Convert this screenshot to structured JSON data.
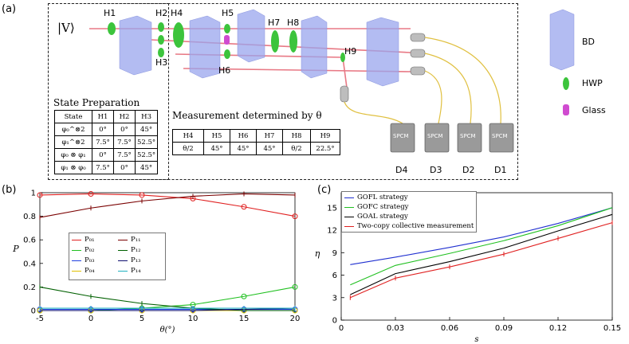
{
  "panels": {
    "a": "(a)",
    "b": "(b)",
    "c": "(c)"
  },
  "setup": {
    "ket_label": "|V⟩",
    "hwp_labels": [
      "H1",
      "H2",
      "H3",
      "H4",
      "H5",
      "H6",
      "H7",
      "H8",
      "H9"
    ],
    "detectors": [
      "D4",
      "D3",
      "D2",
      "D1"
    ],
    "detector_text": "SPCM",
    "legend": {
      "bd": "BD",
      "hwp": "HWP",
      "glass": "Glass"
    },
    "colors": {
      "beam": "#e87985",
      "hwp": "#3cc43c",
      "glass": "#d04bd0",
      "bd": "#9aa5ee",
      "fiber": "#e0c040"
    }
  },
  "prep_table": {
    "title": "State Preparation",
    "header": [
      "State",
      "H1",
      "H2",
      "H3"
    ],
    "rows": [
      [
        "φ₀^⊗2",
        "0°",
        "0°",
        "45°"
      ],
      [
        "φ₁^⊗2",
        "7.5°",
        "7.5°",
        "52.5°"
      ],
      [
        "φ₀ ⊗ φ₁",
        "0°",
        "7.5°",
        "52.5°"
      ],
      [
        "φ₁ ⊗ φ₀",
        "7.5°",
        "0°",
        "45°"
      ]
    ]
  },
  "meas_table": {
    "title": "Measurement determined by θ",
    "header": [
      "H4",
      "H5",
      "H6",
      "H7",
      "H8",
      "H9"
    ],
    "row": [
      "θ/2",
      "45°",
      "45°",
      "45°",
      "θ/2",
      "22.5°"
    ]
  },
  "chart_data": [
    {
      "type": "line",
      "panel": "(b)",
      "xlabel": "θ(°)",
      "ylabel": "P",
      "xlim": [
        -5,
        20
      ],
      "ylim": [
        0,
        1
      ],
      "xticks": [
        "-5",
        "0",
        "5",
        "10",
        "15",
        "20"
      ],
      "yticks": [
        "0",
        "0.2",
        "0.4",
        "0.6",
        "0.8",
        "1"
      ],
      "x": [
        -5,
        0,
        5,
        10,
        15,
        20
      ],
      "series": [
        {
          "name": "P₀₁",
          "color": "#e02020",
          "marker": "circle",
          "values": [
            0.98,
            0.99,
            0.98,
            0.95,
            0.88,
            0.8
          ]
        },
        {
          "name": "P₀₂",
          "color": "#20c020",
          "marker": "circle",
          "values": [
            0.0,
            0.0,
            0.02,
            0.05,
            0.12,
            0.2
          ]
        },
        {
          "name": "P₀₃",
          "color": "#2040e0",
          "marker": "circle",
          "values": [
            0.01,
            0.01,
            0.01,
            0.01,
            0.01,
            0.01
          ]
        },
        {
          "name": "P₀₄",
          "color": "#e0c000",
          "marker": "circle",
          "values": [
            0.0,
            0.0,
            0.0,
            0.0,
            0.0,
            0.0
          ]
        },
        {
          "name": "P₁₁",
          "color": "#7a0000",
          "marker": "errorbar",
          "values": [
            0.79,
            0.87,
            0.93,
            0.97,
            0.99,
            0.98
          ]
        },
        {
          "name": "P₁₂",
          "color": "#006000",
          "marker": "errorbar",
          "values": [
            0.2,
            0.12,
            0.06,
            0.02,
            0.0,
            0.0
          ]
        },
        {
          "name": "P₁₃",
          "color": "#101070",
          "marker": "errorbar",
          "values": [
            0.0,
            0.0,
            0.0,
            0.0,
            0.01,
            0.02
          ]
        },
        {
          "name": "P₁₄",
          "color": "#20b0c0",
          "marker": "errorbar",
          "values": [
            0.02,
            0.02,
            0.02,
            0.02,
            0.02,
            0.02
          ]
        }
      ],
      "legend_position": "center-left"
    },
    {
      "type": "line",
      "panel": "(c)",
      "xlabel": "s",
      "ylabel": "η",
      "xlim": [
        0,
        0.15
      ],
      "ylim": [
        0,
        17
      ],
      "xticks": [
        "0",
        "0.03",
        "0.06",
        "0.09",
        "0.12",
        "0.15"
      ],
      "yticks": [
        "0",
        "3",
        "6",
        "9",
        "12",
        "15"
      ],
      "x": [
        0.005,
        0.03,
        0.06,
        0.09,
        0.12,
        0.15
      ],
      "series": [
        {
          "name": "GOFL strategy",
          "color": "#2030d0",
          "values": [
            7.4,
            8.4,
            9.7,
            11.1,
            12.9,
            15.0
          ]
        },
        {
          "name": "GOFC strategy",
          "color": "#20c020",
          "values": [
            4.7,
            7.3,
            8.9,
            10.6,
            12.6,
            15.0
          ]
        },
        {
          "name": "GOAL strategy",
          "color": "#000000",
          "values": [
            3.4,
            6.2,
            7.8,
            9.6,
            11.9,
            14.1
          ]
        },
        {
          "name": "Two-copy collective measurement",
          "color": "#e02020",
          "marker": "errorbar",
          "values": [
            3.0,
            5.6,
            7.1,
            8.8,
            10.9,
            13.0
          ]
        }
      ],
      "legend_position": "top-left"
    }
  ]
}
